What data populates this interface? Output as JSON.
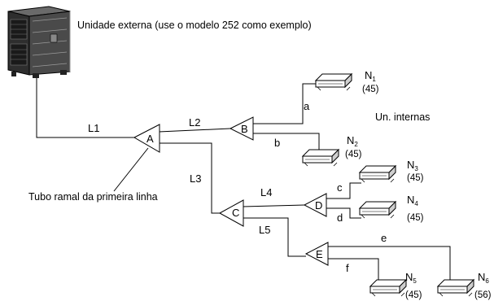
{
  "outdoor_unit": {
    "caption": "Unidade externa (use o modelo 252 como exemplo)"
  },
  "labels": {
    "indoor_units": "Un. internas",
    "first_branch_pipe": "Tubo ramal da primeira linha"
  },
  "pipe_labels": {
    "L1": "L1",
    "L2": "L2",
    "L3": "L3",
    "L4": "L4",
    "L5": "L5",
    "a": "a",
    "b": "b",
    "c": "c",
    "d": "d",
    "e": "e",
    "f": "f"
  },
  "branch_joints": {
    "A": "A",
    "B": "B",
    "C": "C",
    "D": "D",
    "E": "E"
  },
  "indoor_units": [
    {
      "id": "N1",
      "letter": "N",
      "sub": "1",
      "capacity": "(45)"
    },
    {
      "id": "N2",
      "letter": "N",
      "sub": "2",
      "capacity": "(45)"
    },
    {
      "id": "N3",
      "letter": "N",
      "sub": "3",
      "capacity": "(45)"
    },
    {
      "id": "N4",
      "letter": "N",
      "sub": "4",
      "capacity": "(45)"
    },
    {
      "id": "N5",
      "letter": "N",
      "sub": "5",
      "capacity": "(45)"
    },
    {
      "id": "N6",
      "letter": "N",
      "sub": "6",
      "capacity": "(56)"
    }
  ]
}
